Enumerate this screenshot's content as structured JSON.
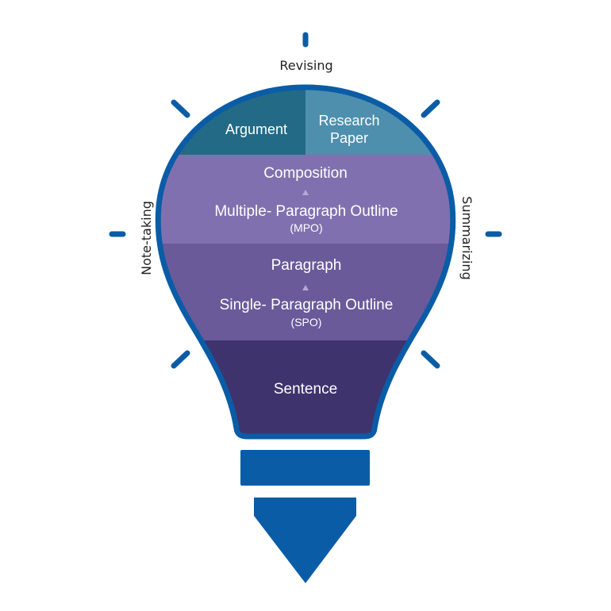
{
  "title": "Writing Revolution Light Bulb",
  "colors": {
    "outline": "#0a5ca6",
    "argument": "#236a86",
    "research_paper": "#4e8fae",
    "composition": "#8170b0",
    "paragraph": "#6a5a9a",
    "sentence": "#3f336e",
    "arrow": "#b3a8d8"
  },
  "activities": {
    "top": "Revising",
    "left": "Note-taking",
    "right": "Summarizing"
  },
  "levels": {
    "argument": "Argument",
    "research_paper_line1": "Research",
    "research_paper_line2": "Paper",
    "composition": "Composition",
    "mpo": "Multiple- Paragraph Outline",
    "mpo_abbr": "(MPO)",
    "paragraph": "Paragraph",
    "spo": "Single- Paragraph Outline",
    "spo_abbr": "(SPO)",
    "sentence": "Sentence"
  }
}
